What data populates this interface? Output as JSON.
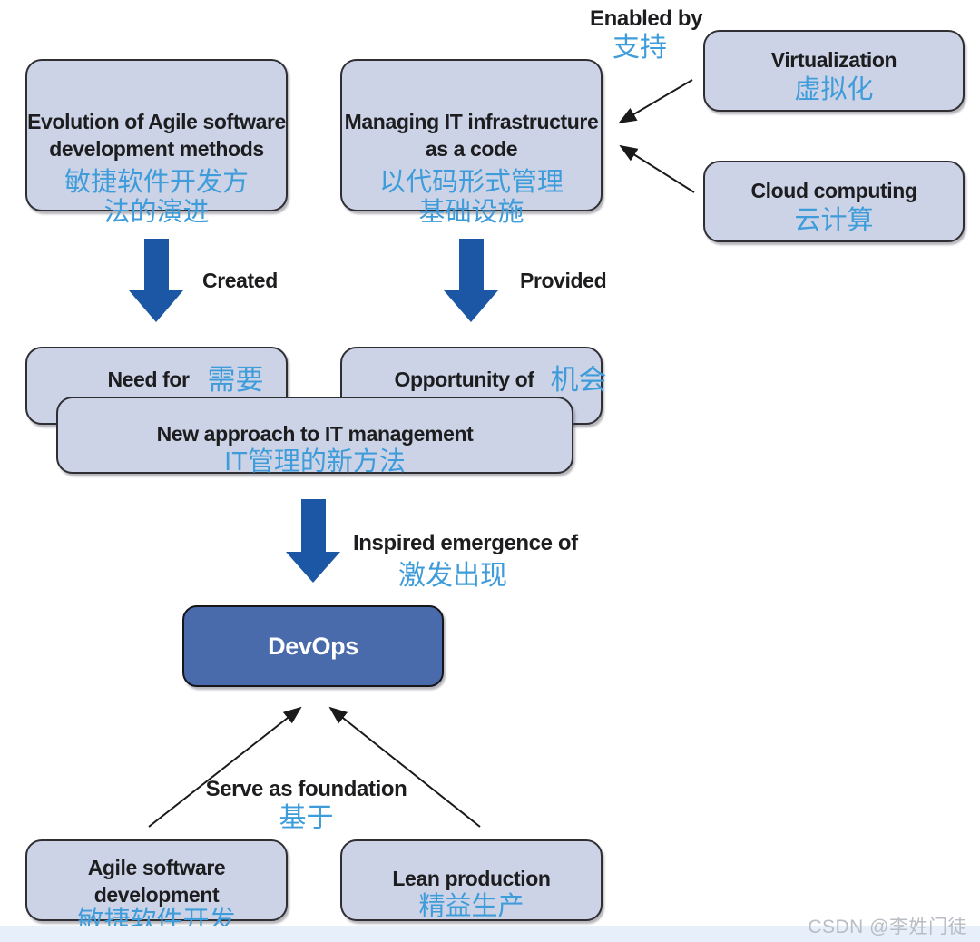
{
  "colors": {
    "box_fill": "#ccd3e6",
    "box_border": "#2e2e33",
    "devops_fill": "#4a6bab",
    "thick_arrow_blue": "#1c57a5",
    "chinese_text_blue": "#3f9cda",
    "english_text_black": "#1d1d1f",
    "watermark_gray": "#b9bdc4",
    "bottom_strip_blue": "#e6effa"
  },
  "nodes": {
    "evolution": {
      "en1": "Evolution of Agile software",
      "en2": "development methods",
      "zh1": "敏捷软件开发方",
      "zh2": "法的演进"
    },
    "managing": {
      "en1": "Managing IT infrastructure",
      "en2": "as a code",
      "zh1": "以代码形式管理",
      "zh2": "基础设施"
    },
    "virtualization": {
      "en": "Virtualization",
      "zh": "虚拟化"
    },
    "cloud": {
      "en": "Cloud computing",
      "zh": "云计算"
    },
    "need": {
      "en": "Need for",
      "zh": "需要"
    },
    "opportunity": {
      "en": "Opportunity of",
      "zh": "机会"
    },
    "new_approach": {
      "en": "New approach to IT management",
      "zh": "IT管理的新方法"
    },
    "devops": {
      "en": "DevOps"
    },
    "agile": {
      "en1": "Agile software",
      "en2": "development",
      "zh": "敏捷软件开发"
    },
    "lean": {
      "en": "Lean production",
      "zh": "精益生产"
    }
  },
  "labels": {
    "enabled_by": {
      "en": "Enabled by",
      "zh": "支持"
    },
    "created": {
      "en": "Created"
    },
    "provided": {
      "en": "Provided"
    },
    "inspired": {
      "en": "Inspired emergence of",
      "zh": "激发出现"
    },
    "foundation": {
      "en": "Serve as foundation",
      "zh": "基于"
    }
  },
  "watermark": "CSDN @李姓门徒"
}
